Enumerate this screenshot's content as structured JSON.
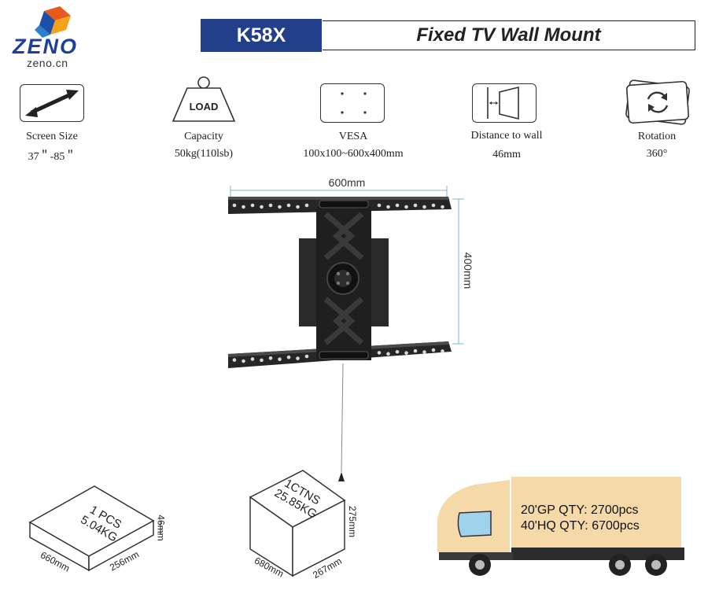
{
  "brand": {
    "name": "ZENO",
    "site": "zeno.cn"
  },
  "header": {
    "model": "K58X",
    "title": "Fixed TV Wall Mount"
  },
  "specs": [
    {
      "label": "Screen Size",
      "value": "37＂-85＂",
      "icon": "arrow-diagonal-icon"
    },
    {
      "label": "Capacity",
      "value": "50kg(110lsb)",
      "icon": "load-weight-icon",
      "icon_text": "LOAD"
    },
    {
      "label": "VESA",
      "value": "100x100~600x400mm",
      "icon": "vesa-holes-icon"
    },
    {
      "label": "Distance to wall",
      "value": "46mm",
      "icon": "wall-distance-icon"
    },
    {
      "label": "Rotation",
      "value": "360°",
      "icon": "rotation-icon"
    }
  ],
  "dimensions": {
    "width_label": "600mm",
    "height_label": "400mm"
  },
  "package_single": {
    "line1": "1 PCS",
    "line2": "5.04KG",
    "length": "660mm",
    "width": "256mm",
    "height": "46mm"
  },
  "package_carton": {
    "line1": "1CTNS",
    "line2": "25.85KG",
    "length": "680mm",
    "width": "267mm",
    "height": "275mm"
  },
  "shipping": {
    "gp20": "20'GP QTY: 2700pcs",
    "hq40": "40'HQ QTY: 6700pcs"
  }
}
